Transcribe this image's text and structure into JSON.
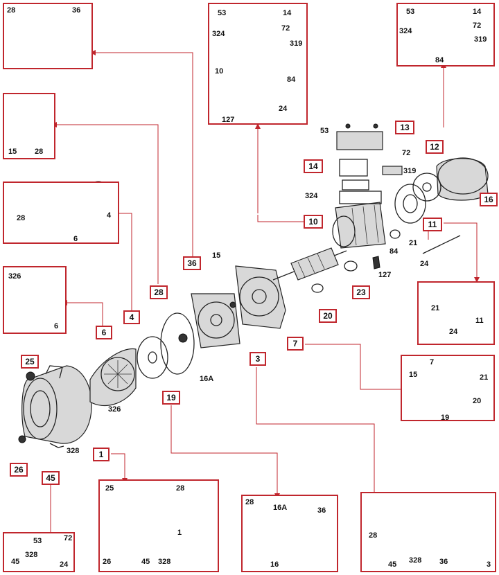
{
  "colors": {
    "accent": "#c0262d",
    "ink": "#111111",
    "part_fill": "#d8d8d8"
  },
  "main": {
    "callouts": [
      "1",
      "3",
      "4",
      "6",
      "7",
      "10",
      "11",
      "12",
      "13",
      "14",
      "16",
      "19",
      "20",
      "23",
      "25",
      "26",
      "28",
      "36",
      "45"
    ],
    "loose_labels": {
      "l53": "53",
      "l72": "72",
      "l319": "319",
      "l324": "324",
      "l15": "15",
      "l16A": "16A",
      "l84": "84",
      "l21": "21",
      "l24": "24",
      "l127": "127",
      "l326": "326",
      "l328": "328"
    }
  },
  "details": {
    "d36": {
      "a": "28",
      "b": "36"
    },
    "d28": {
      "a": "15",
      "b": "28"
    },
    "d4": {
      "a": "28",
      "b": "6",
      "c": "4"
    },
    "d6": {
      "a": "326",
      "b": "6"
    },
    "d14top": {
      "a": "53",
      "b": "14",
      "c": "324",
      "d": "72",
      "e": "319",
      "f": "10",
      "g": "84",
      "h": "24",
      "i": "127"
    },
    "d14right": {
      "a": "53",
      "b": "14",
      "c": "324",
      "d": "72",
      "e": "319",
      "f": "84"
    },
    "d11": {
      "a": "21",
      "b": "11",
      "c": "24"
    },
    "d7": {
      "a": "7",
      "b": "15",
      "c": "21",
      "d": "20",
      "e": "19"
    },
    "d45": {
      "a": "53",
      "b": "72",
      "c": "328",
      "d": "45",
      "e": "24"
    },
    "d1": {
      "a": "25",
      "b": "28",
      "c": "1",
      "d": "26",
      "e": "45",
      "f": "328"
    },
    "d16": {
      "a": "28",
      "b": "16A",
      "c": "36",
      "d": "16"
    },
    "d3": {
      "a": "28",
      "b": "328",
      "c": "36",
      "d": "3",
      "e": "45"
    }
  }
}
